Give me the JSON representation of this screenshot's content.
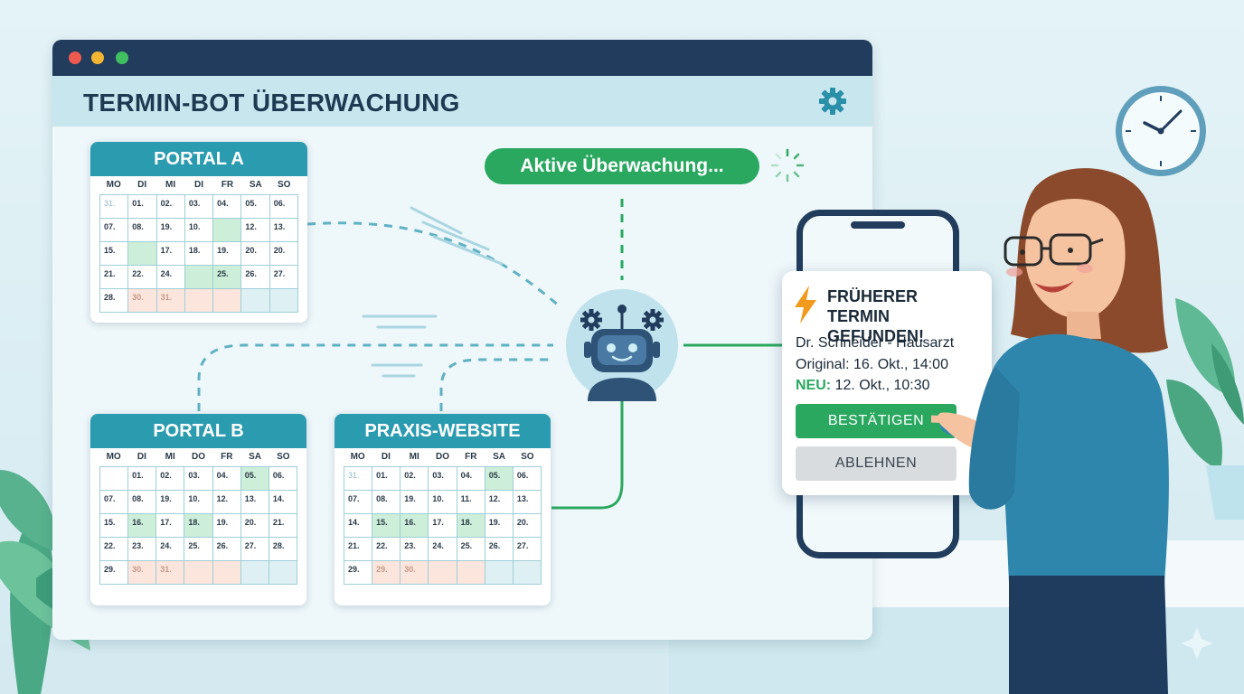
{
  "window": {
    "title": "TERMIN-BOT ÜBERWACHUNG"
  },
  "status": {
    "label": "Aktive Überwachung..."
  },
  "icons": {
    "settings": "gear-icon",
    "spinner": "loading-spinner-icon",
    "alert": "lightning-bolt-icon",
    "robot": "robot-icon",
    "clock": "clock-icon"
  },
  "portals": [
    {
      "title": "PORTAL A",
      "weekdays": [
        "MO",
        "DI",
        "MI",
        "DI",
        "FR",
        "SA",
        "SO"
      ],
      "weeks": [
        [
          "31.",
          "01.",
          "02.",
          "03.",
          "04.",
          "05.",
          "06."
        ],
        [
          "07.",
          "08.",
          "19.",
          "10.",
          "",
          "12.",
          "13."
        ],
        [
          "15.",
          "",
          "17.",
          "18.",
          "19.",
          "20.",
          "20."
        ],
        [
          "21.",
          "22.",
          "24.",
          "",
          "25.",
          "26.",
          "27."
        ],
        [
          "28.",
          "30.",
          "31.",
          "",
          "",
          "",
          ""
        ]
      ]
    },
    {
      "title": "PORTAL B",
      "weekdays": [
        "MO",
        "DI",
        "MI",
        "DO",
        "FR",
        "SA",
        "SO"
      ],
      "weeks": [
        [
          "",
          "01.",
          "02.",
          "03.",
          "04.",
          "05.",
          "06."
        ],
        [
          "07.",
          "08.",
          "19.",
          "10.",
          "12.",
          "13.",
          "14."
        ],
        [
          "15.",
          "16.",
          "17.",
          "18.",
          "19.",
          "20.",
          "21."
        ],
        [
          "22.",
          "23.",
          "24.",
          "25.",
          "26.",
          "27.",
          "28."
        ],
        [
          "29.",
          "30.",
          "31.",
          "",
          "",
          "",
          ""
        ]
      ]
    },
    {
      "title": "PRAXIS-WEBSITE",
      "weekdays": [
        "MO",
        "DI",
        "MI",
        "DO",
        "FR",
        "SA",
        "SO"
      ],
      "weeks": [
        [
          "31.",
          "01.",
          "02.",
          "03.",
          "04.",
          "05.",
          "06."
        ],
        [
          "07.",
          "08.",
          "19.",
          "10.",
          "11.",
          "12.",
          "13."
        ],
        [
          "14.",
          "15.",
          "16.",
          "17.",
          "18.",
          "19.",
          "20."
        ],
        [
          "21.",
          "22.",
          "23.",
          "24.",
          "25.",
          "26.",
          "27."
        ],
        [
          "29.",
          "29.",
          "30.",
          "",
          "",
          "",
          ""
        ]
      ]
    }
  ],
  "alert": {
    "title_line1": "FRÜHERER",
    "title_line2": "TERMIN GEFUNDEN!",
    "doctor": "Dr. Schneider - Hausarzt",
    "original": "Original: 16. Okt., 14:00",
    "new_label": "NEU:",
    "new_value": " 12. Okt., 10:30",
    "confirm_label": "BESTÄTIGEN",
    "decline_label": "ABLEHNEN"
  },
  "colors": {
    "accent_green": "#2aa860",
    "portal_header": "#2b9bb0",
    "titlebar": "#213c5c",
    "free_slot": "#cdeed8"
  }
}
